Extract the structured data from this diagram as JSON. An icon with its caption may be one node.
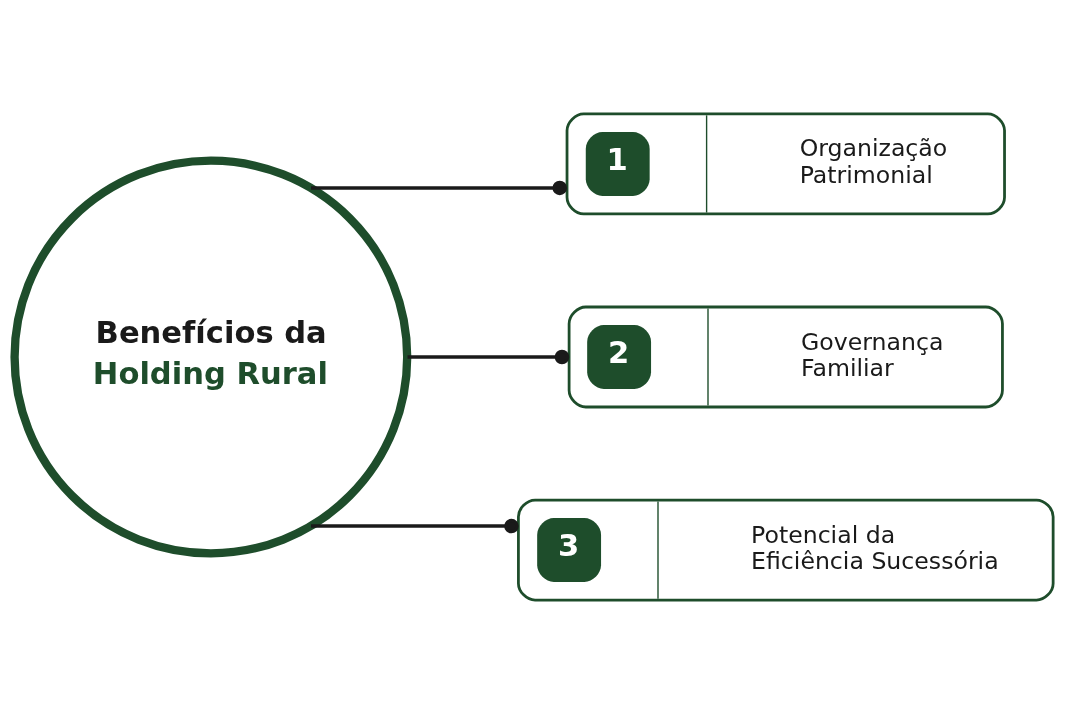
{
  "diagram": {
    "nodes": [
      {
        "text": [
          "Benefícios da",
          "Holding Rural"
        ]
      },
      {
        "text": [
          "1",
          "Organização Patrimonial"
        ]
      },
      {
        "text": [
          "2",
          "Governança Familiar"
        ]
      },
      {
        "text": [
          "3",
          "Potencial da Eficiência Sucessória"
        ]
      }
    ],
    "edges": [
      {
        "from": 0,
        "to": 1,
        "arrow": "other"
      },
      {
        "from": 0,
        "to": 2,
        "arrow": "other"
      },
      {
        "from": 0,
        "to": 3,
        "arrow": "other"
      }
    ]
  }
}
